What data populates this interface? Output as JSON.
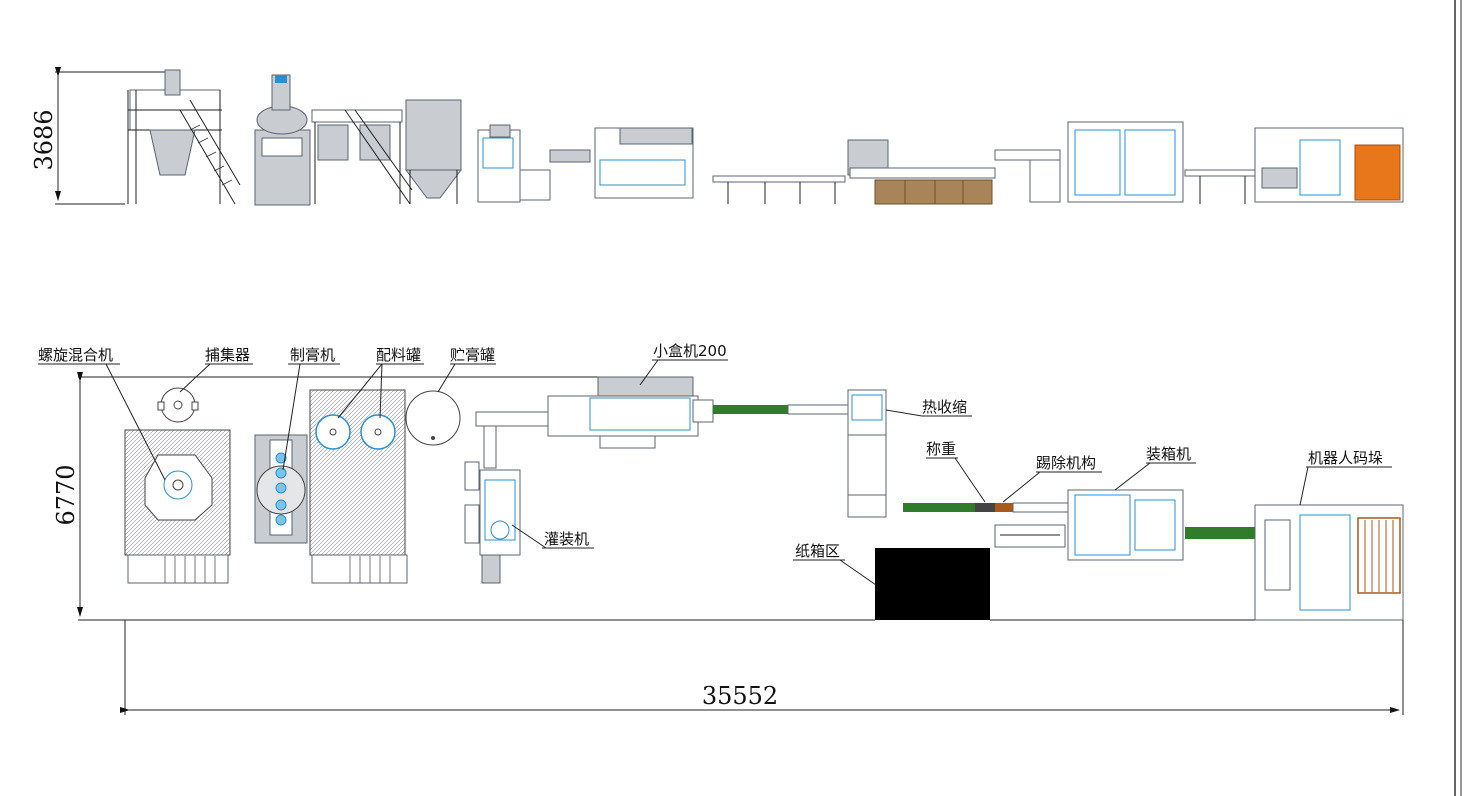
{
  "dimensions": {
    "height_elevation": "3686",
    "depth_plan": "6770",
    "length_total": "35552"
  },
  "labels": {
    "spiral_mixer": "螺旋混合机",
    "collector": "捕集器",
    "paste_maker": "制膏机",
    "batching_tank": "配料罐",
    "storage_tank": "贮膏罐",
    "carton_machine": "小盒机200",
    "heat_shrink": "热收缩",
    "weighing": "称重",
    "reject_mech": "踢除机构",
    "case_packer": "装箱机",
    "robot_palletizer": "机器人码垛",
    "filling_machine": "灌装机",
    "carton_area": "纸箱区"
  },
  "colors": {
    "conveyor_green": "#2f7d2a",
    "carton_area": "#000000",
    "pallet_orange": "#e8761a",
    "box_brown": "#a9845a",
    "equipment_blue": "#2a8fd0"
  }
}
